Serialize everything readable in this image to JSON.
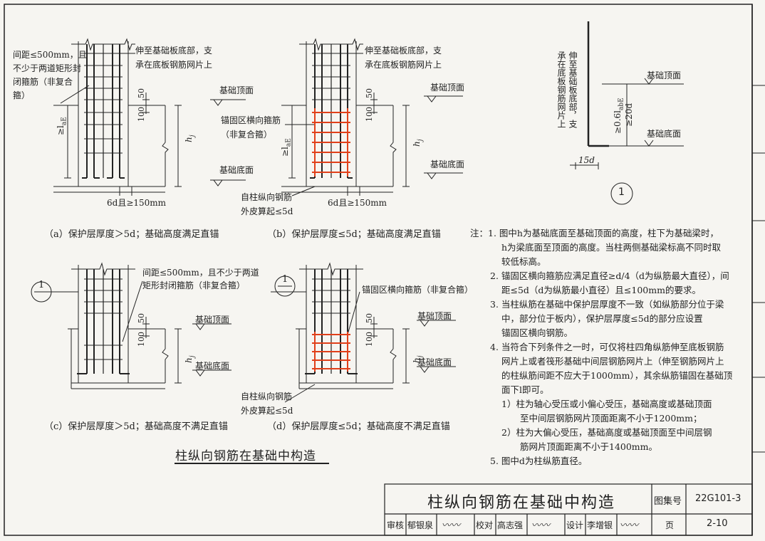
{
  "fig_a": {
    "note": [
      "间距≤500mm，且",
      "不少于两道矩形封",
      "闭箍筋（非复合",
      "箍）"
    ],
    "extend": [
      "伸至基础板底部，支",
      "承在底板钢筋网片上"
    ],
    "top_label": "基础顶面",
    "bottom_label": "基础底面",
    "dim_50": "50",
    "dim_100": "100",
    "lae": "≥l",
    "lae_sub": "aE",
    "hj": "h",
    "hj_sub": "j",
    "spacing": "6d且≥150mm",
    "caption": "（a）保护层厚度＞5d；基础高度满足直锚"
  },
  "fig_b": {
    "extend": [
      "伸至基础板底部，支",
      "承在底板钢筋网片上"
    ],
    "anchor": [
      "锚固区横向箍筋",
      "（非复合箍）"
    ],
    "top_label": "基础顶面",
    "bottom_label": "基础底面",
    "dim_50": "50",
    "dim_100": "100",
    "lae": "≥l",
    "lae_sub": "aE",
    "hj": "h",
    "hj_sub": "j",
    "cover": [
      "自柱纵向钢筋",
      "外皮算起≤5d"
    ],
    "spacing": "6d且≥150mm",
    "caption": "（b）保护层厚度≤5d；基础高度满足直锚"
  },
  "fig_c": {
    "note": [
      "间距≤500mm，且不少于两道",
      "矩形封闭箍筋（非复合箍）"
    ],
    "top_label": "基础顶面",
    "bottom_label": "基础底面",
    "dim_50": "50",
    "dim_100": "100",
    "hj": "h",
    "hj_sub": "j",
    "section": "1",
    "caption": "（c）保护层厚度＞5d；基础高度不满足直锚"
  },
  "fig_d": {
    "anchor": "锚固区横向箍筋（非复合箍）",
    "top_label": "基础顶面",
    "bottom_label": "基础底面",
    "dim_50": "50",
    "dim_100": "100",
    "hj": "h",
    "hj_sub": "j",
    "section": "1",
    "cover": [
      "自柱纵向钢筋",
      "外皮算起≤5d"
    ],
    "caption": "（d）保护层厚度≤5d；基础高度不满足直锚"
  },
  "detail_1": {
    "extend_vertical": [
      "伸至基础板底部，支",
      "承在底板钢筋网片上"
    ],
    "top_label": "基础顶面",
    "bottom_label": "基础底面",
    "dim_06": "≥0.6l",
    "dim_06_sub": "abE",
    "dim_20": "≥20d",
    "dim_15": "15d",
    "number": "1"
  },
  "drawing_title": "柱纵向钢筋在基础中构造",
  "notes": [
    "注：1. 图中h为基础底面至基础顶面的高度，柱下为基础梁时，",
    "h为梁底面至顶面的高度。当柱两侧基础梁标高不同时取",
    "较低标高。",
    "2. 锚固区横向箍筋应满足直径≥d/4（d为纵筋最大直径），间",
    "距≤5d（d为纵筋最小直径）且≤100mm的要求。",
    "3. 当柱纵筋在基础中保护层厚度不一致（如纵筋部分位于梁",
    "中，部分位于板内），保护层厚度≤5d的部分应设置",
    "锚固区横向钢筋。",
    "4. 当符合下列条件之一时，可仅将柱四角纵筋伸至底板钢筋",
    "网片上或者筏形基础中间层钢筋网片上（伸至钢筋网片上",
    "的柱纵筋间距不应大于1000mm），其余纵筋锚固在基础顶",
    "面下l即可。",
    "1）柱为轴心受压或小偏心受压，基础高度或基础顶面",
    "至中间层钢筋网片顶面距离不小于1200mm；",
    "2）柱为大偏心受压，基础高度或基础顶面至中间层钢",
    "筋网片顶面距离不小于1400mm。",
    "5. 图中d为柱纵筋直径。"
  ],
  "title_block": {
    "title": "柱纵向钢筋在基础中构造",
    "atlas_label": "图集号",
    "atlas_no": "22G101-3",
    "review_label": "审核",
    "reviewer": "郁银泉",
    "check_label": "校对",
    "checker": "高志强",
    "design_label": "设计",
    "designer": "李增银",
    "page_label": "页",
    "page_no": "2-10"
  },
  "colors": {
    "rebar": "#1a1a1a",
    "anchor_hoop": "#e0401a",
    "line": "#222222"
  }
}
